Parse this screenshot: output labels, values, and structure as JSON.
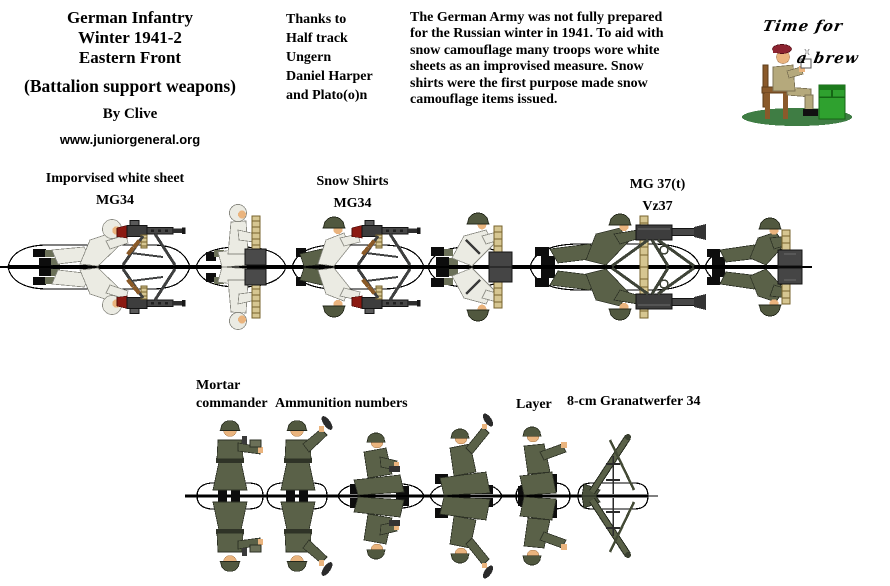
{
  "page": {
    "title_lines": [
      "German Infantry",
      "Winter 1941-2",
      "Eastern Front"
    ],
    "subtitle": "(Battalion support weapons)",
    "byline": "By Clive",
    "website": "www.juniorgeneral.org",
    "thanks_lines": [
      "Thanks to",
      "Half track",
      "Ungern",
      "Daniel Harper",
      "and Plato(o)n"
    ],
    "description": "The German Army was not fully prepared for the Russian winter in 1941. To aid with snow camouflage many troops wore white sheets as an improvised measure. Snow shirts were the first purpose made snow camouflage items issued.",
    "brew_lines": [
      "Time for",
      "a brew"
    ]
  },
  "row1_labels": {
    "group1_title": "Imporvised white sheet",
    "group1_subtitle": "MG34",
    "group2_title": "Snow Shirts",
    "group2_subtitle": "MG34",
    "group3_title": "MG 37(t)",
    "group3_subtitle": "Vz37"
  },
  "row2_labels": {
    "commander_line1": "Mortar",
    "commander_line2": "commander",
    "ammunition": "Ammunition numbers",
    "layer": "Layer",
    "mortar": "8-cm Granatwerfer 34"
  },
  "colors": {
    "field_grey": "#5a6148",
    "snow_white": "#ebebe3",
    "helmet_green": "#51583f",
    "ammo_belt_tan": "#d6c691",
    "gun_stock_red": "#8c1a12",
    "beret_maroon": "#8c2330",
    "crate_green": "#2fa12f",
    "ground_green": "#3f7d44",
    "text_black": "#000000"
  }
}
